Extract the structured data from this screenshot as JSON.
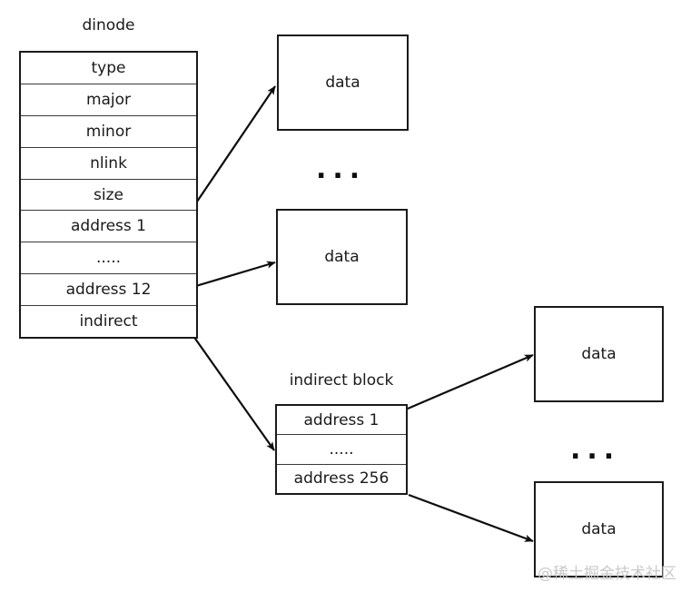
{
  "diagram": {
    "title_dinode": "dinode",
    "title_indirect": "indirect block",
    "ellipsis": "...",
    "watermark": "@稀土掘金技术社区",
    "colors": {
      "stroke": "#1a1a1a",
      "inner_rule": "#3a3a3a",
      "text": "#1a1a1a",
      "background": "#ffffff",
      "watermark": "#c9c9c9"
    }
  },
  "dinode": {
    "label": "dinode",
    "rows": [
      {
        "label": "type"
      },
      {
        "label": "major"
      },
      {
        "label": "minor"
      },
      {
        "label": "nlink"
      },
      {
        "label": "size"
      },
      {
        "label": "address 1"
      },
      {
        "label": "....."
      },
      {
        "label": "address 12"
      },
      {
        "label": "indirect"
      }
    ]
  },
  "indirect_block": {
    "label": "indirect block",
    "rows": [
      {
        "label": "address 1"
      },
      {
        "label": "....."
      },
      {
        "label": "address 256"
      }
    ]
  },
  "data_blocks": [
    {
      "id": "direct-1",
      "label": "data"
    },
    {
      "id": "direct-12",
      "label": "data"
    },
    {
      "id": "indirect-1",
      "label": "data"
    },
    {
      "id": "indirect-256",
      "label": "data"
    }
  ],
  "ellipses": [
    {
      "id": "direct-blocks-ellipsis",
      "label": "..."
    },
    {
      "id": "indirect-blocks-ellipsis",
      "label": "..."
    }
  ],
  "arrows": [
    {
      "id": "address1-to-data",
      "from": "dinode.address 1",
      "to": "data_blocks.direct-1"
    },
    {
      "id": "address12-to-data",
      "from": "dinode.address 12",
      "to": "data_blocks.direct-12"
    },
    {
      "id": "indirect-to-indirect-block",
      "from": "dinode.indirect",
      "to": "indirect_block"
    },
    {
      "id": "indirect-address1-to-data",
      "from": "indirect_block.address 1",
      "to": "data_blocks.indirect-1"
    },
    {
      "id": "indirect-address256-to-data",
      "from": "indirect_block.address 256",
      "to": "data_blocks.indirect-256"
    }
  ]
}
